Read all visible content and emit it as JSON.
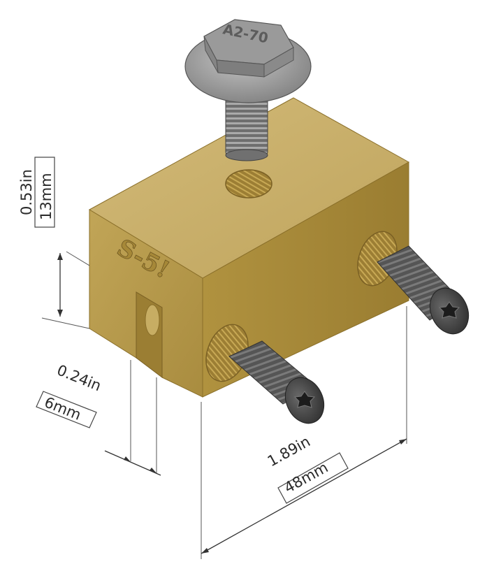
{
  "colors": {
    "brass_top": "#c9b070",
    "brass_front": "#b29548",
    "brass_side": "#a38739",
    "brass_dark": "#8a6f2a",
    "bolt_steel": "#8c8c8c",
    "setscrew": "#4a4a4a"
  },
  "part": {
    "logo_text": "S-5!",
    "bolt_marking": "A2-70"
  },
  "dimensions": {
    "height": {
      "imperial": "0.53in",
      "metric": "13mm"
    },
    "slot": {
      "imperial": "0.24in",
      "metric": "6mm"
    },
    "length": {
      "imperial": "1.89in",
      "metric": "48mm"
    }
  }
}
